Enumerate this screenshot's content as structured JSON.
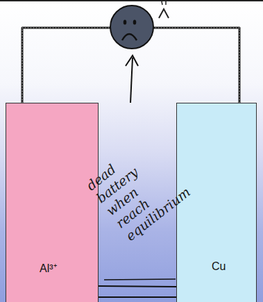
{
  "diagram": {
    "nodes": [
      {
        "text": [
          "Al³⁺"
        ]
      },
      {
        "text": [
          "Cu"
        ]
      }
    ],
    "edges": [
      {
        "from": 0,
        "to": 1,
        "arrow": "none"
      }
    ],
    "labels": [
      "dead battery when reach equilibrium"
    ]
  }
}
